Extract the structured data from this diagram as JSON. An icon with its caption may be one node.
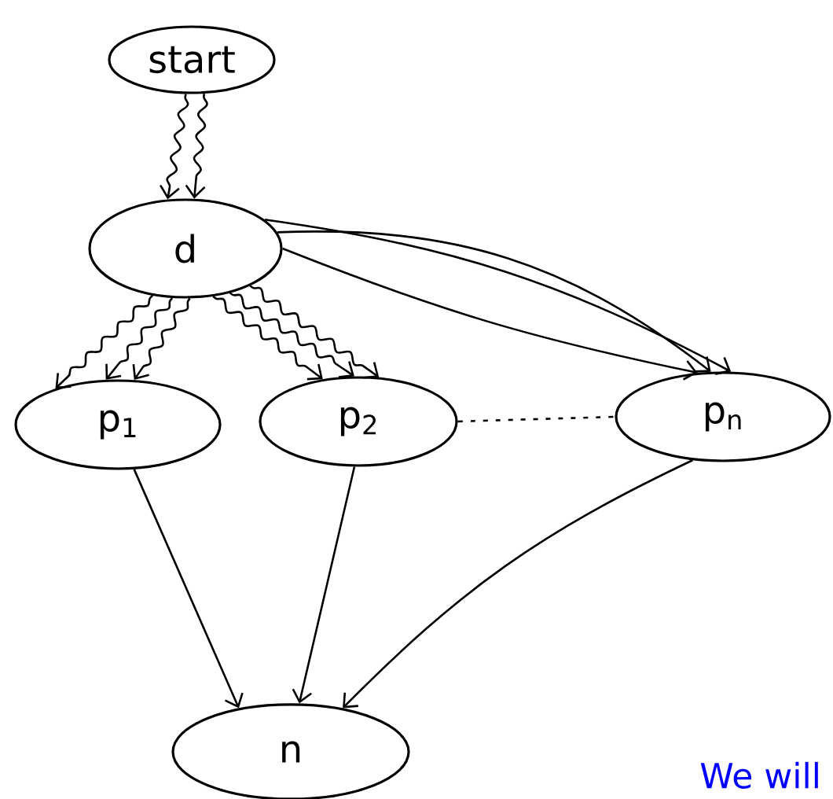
{
  "diagram": {
    "nodes": [
      {
        "text": [
          "start"
        ]
      },
      {
        "text": [
          "d"
        ]
      },
      {
        "text": [
          "p$_{1}$"
        ]
      },
      {
        "text": [
          "p$_{2}$"
        ]
      },
      {
        "text": [
          "p$_{n}$"
        ]
      },
      {
        "text": [
          "n"
        ]
      }
    ],
    "edges": [
      {
        "from": 0,
        "to": 1,
        "arrow": "to"
      },
      {
        "from": 0,
        "to": 1,
        "arrow": "to"
      },
      {
        "from": 1,
        "to": 2,
        "arrow": "to"
      },
      {
        "from": 1,
        "to": 2,
        "arrow": "to"
      },
      {
        "from": 1,
        "to": 2,
        "arrow": "to"
      },
      {
        "from": 1,
        "to": 3,
        "arrow": "to"
      },
      {
        "from": 1,
        "to": 3,
        "arrow": "to"
      },
      {
        "from": 1,
        "to": 3,
        "arrow": "to"
      },
      {
        "from": 1,
        "to": 4,
        "arrow": "to"
      },
      {
        "from": 1,
        "to": 4,
        "arrow": "to"
      },
      {
        "from": 1,
        "to": 4,
        "arrow": "to"
      },
      {
        "from": 3,
        "to": 4,
        "arrow": "none",
        "style": "dashed"
      },
      {
        "from": 2,
        "to": 5,
        "arrow": "to"
      },
      {
        "from": 3,
        "to": 5,
        "arrow": "to"
      },
      {
        "from": 4,
        "to": 5,
        "arrow": "to"
      }
    ],
    "labels": [
      "We will"
    ]
  }
}
